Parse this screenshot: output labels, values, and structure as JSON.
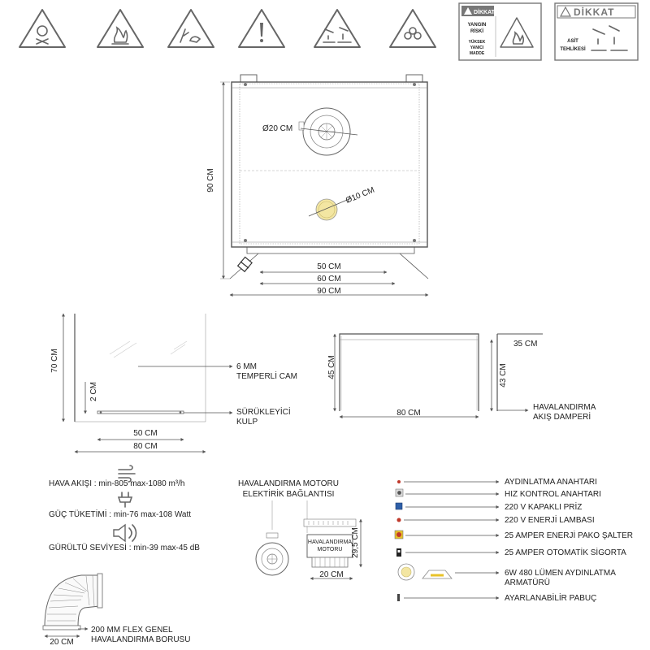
{
  "hazard_signs": {
    "icons": [
      "toxic-skull-icon",
      "flammable-flame-icon",
      "environmental-hazard-icon",
      "exclamation-warning-icon",
      "corrosive-icon",
      "biohazard-icon"
    ],
    "fire_label": {
      "header": "DİKKAT",
      "line1": "YANGIN",
      "line2": "RİSKİ",
      "line3": "YÜKSEK",
      "line4": "YANICI",
      "line5": "MADDE"
    },
    "acid_label": {
      "header": "DİKKAT",
      "line1": "ASİT",
      "line2": "TEHLİKESİ"
    }
  },
  "cabinet_front": {
    "dim_height": "90 CM",
    "dim_width_50": "50 CM",
    "dim_width_60": "60 CM",
    "dim_width_90": "90 CM",
    "upper_port": "Ø20 CM",
    "lower_port": "Ø10 CM"
  },
  "glass_panel": {
    "dim_height": "70 CM",
    "dim_handle_offset": "2 CM",
    "dim_handle_width": "50 CM",
    "dim_width": "80 CM",
    "glass_label_1": "6 MM",
    "glass_label_2": "TEMPERLİ CAM",
    "handle_label_1": "SÜRÜKLEYİCİ",
    "handle_label_2": "KULP"
  },
  "damper": {
    "dim_height_45": "45 CM",
    "dim_width_80": "80 CM",
    "dim_depth_35": "35 CM",
    "dim_height_43": "43 CM",
    "label_1": "HAVALANDIRMA",
    "label_2": "AKIŞ DAMPERİ"
  },
  "specs": {
    "airflow": "HAVA AKIŞI : min-805 max-1080 m³/h",
    "power": "GÜÇ TÜKETİMİ : min-76 max-108 Watt",
    "noise": "GÜRÜLTÜ SEVİYESİ : min-39 max-45 dB"
  },
  "duct": {
    "label_1": "200 MM FLEX GENEL",
    "label_2": "HAVALANDIRMA BORUSU",
    "dim": "20 CM"
  },
  "motor": {
    "title_1": "HAVALANDIRMA MOTORU",
    "title_2": "ELEKTİRİK BAĞLANTISI",
    "box_1": "HAVALANDIRMA",
    "box_2": "MOTORU",
    "dim_height": "29,5 CM",
    "dim_width": "20 CM"
  },
  "electrical": {
    "items": [
      "AYDINLATMA ANAHTARI",
      "HIZ KONTROL ANAHTARI",
      "220 V KAPAKLI PRİZ",
      "220 V ENERJİ LAMBASI",
      "25 AMPER ENERJİ PAKO ŞALTER",
      "25 AMPER OTOMATİK SİGORTA",
      "6W 480 LÜMEN AYDINLATMA",
      "ARMATÜRÜ",
      "AYARLANABİLİR PABUÇ"
    ]
  },
  "colors": {
    "red": "#c0392b",
    "blue": "#2e5fa8",
    "lamp": "#f3e6a2",
    "line": "#555555"
  }
}
